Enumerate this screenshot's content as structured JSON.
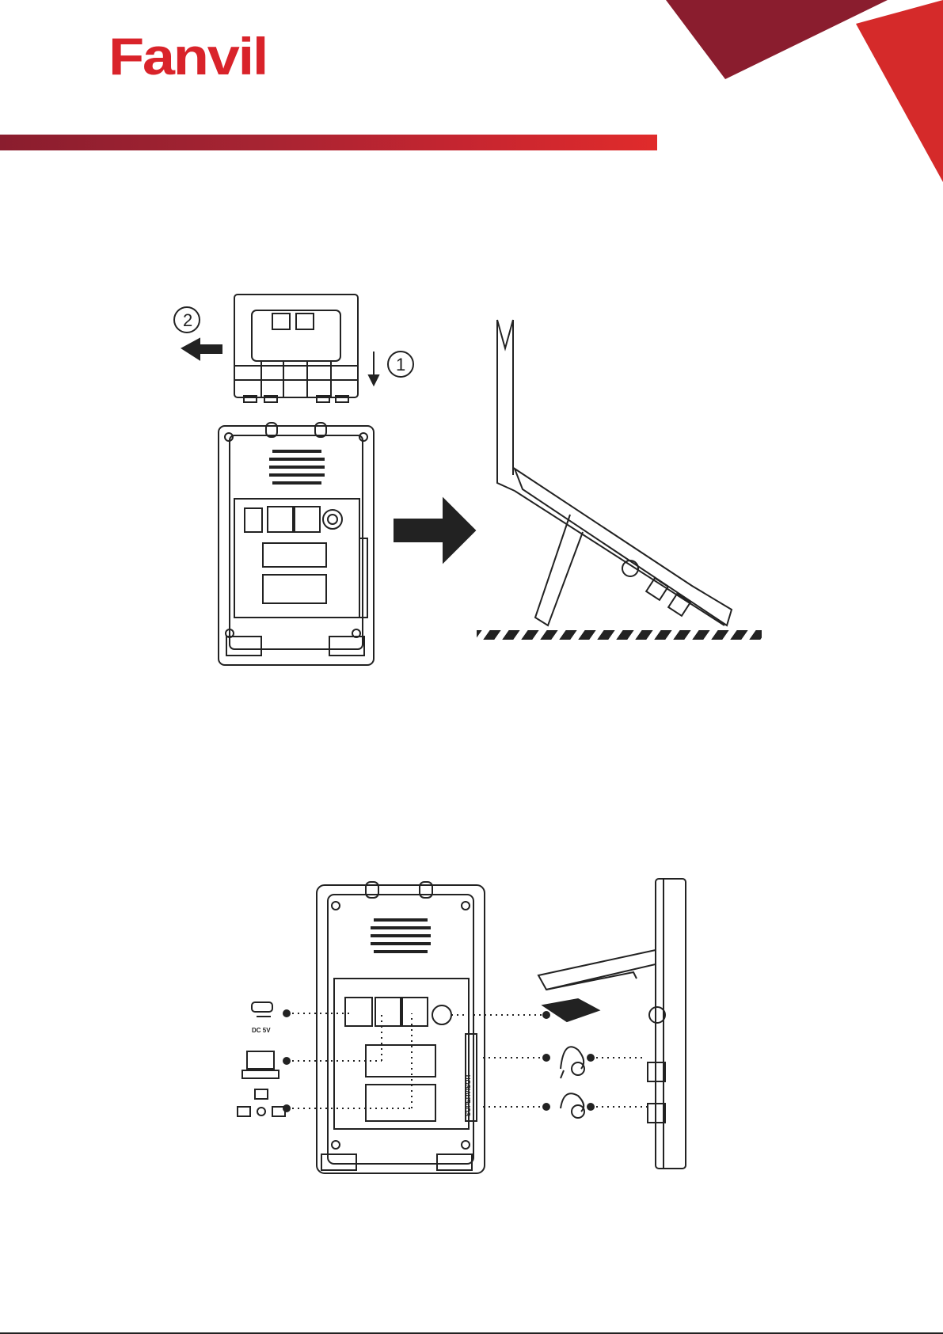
{
  "header": {
    "brand": "Fanvil",
    "colors": {
      "brand_red": "#d9232a",
      "dark_red": "#8a1d2e"
    }
  },
  "stand_figure": {
    "steps": [
      "2",
      "1"
    ]
  },
  "ports_figure": {
    "dc_label": "DC 5V",
    "side_label": "SUPERVISOR",
    "icons": [
      "power-adapter-icon",
      "pc-icon",
      "network-icon",
      "ehs-wireless-icon",
      "headset-icon",
      "headset-icon"
    ]
  }
}
